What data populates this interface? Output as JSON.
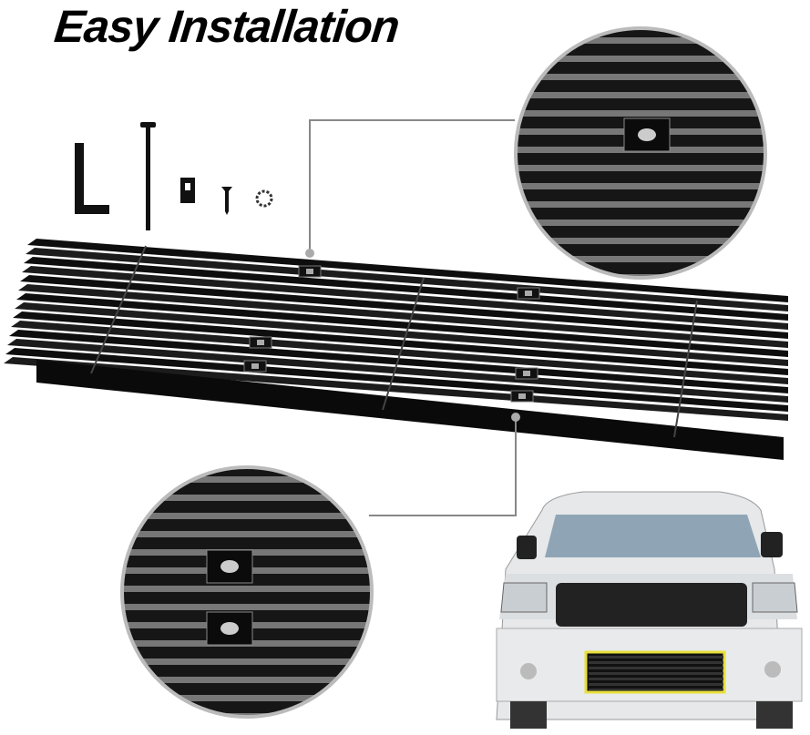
{
  "title": "Easy Installation",
  "colors": {
    "grille": "#151515",
    "highlight_box": "#e8e03a",
    "callout_line": "#8a8a8a",
    "truck_body": "#e6e8ea"
  },
  "icons": [
    "l-bracket",
    "long-bolt",
    "clip",
    "screw",
    "lock-washer"
  ]
}
